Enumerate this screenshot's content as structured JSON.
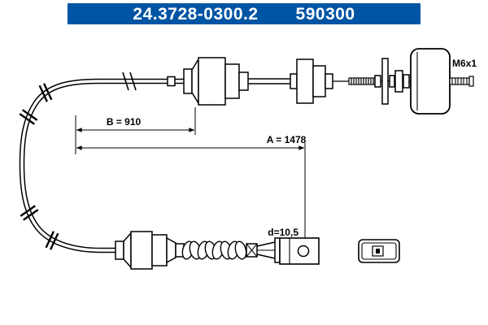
{
  "header": {
    "part_number": "24.3728-0300.2",
    "reference_number": "590300",
    "background_color": "#0054A4",
    "text_color": "#FFFFFF"
  },
  "diagram": {
    "kind": "clutch cable technical line drawing",
    "line_color": "#000000",
    "background_color": "#FFFFFF",
    "labels": {
      "dimension_b": "B = 910",
      "dimension_a": "A = 1478",
      "thread_size": "M6x1",
      "eyelet_diameter": "d=10,5"
    }
  }
}
